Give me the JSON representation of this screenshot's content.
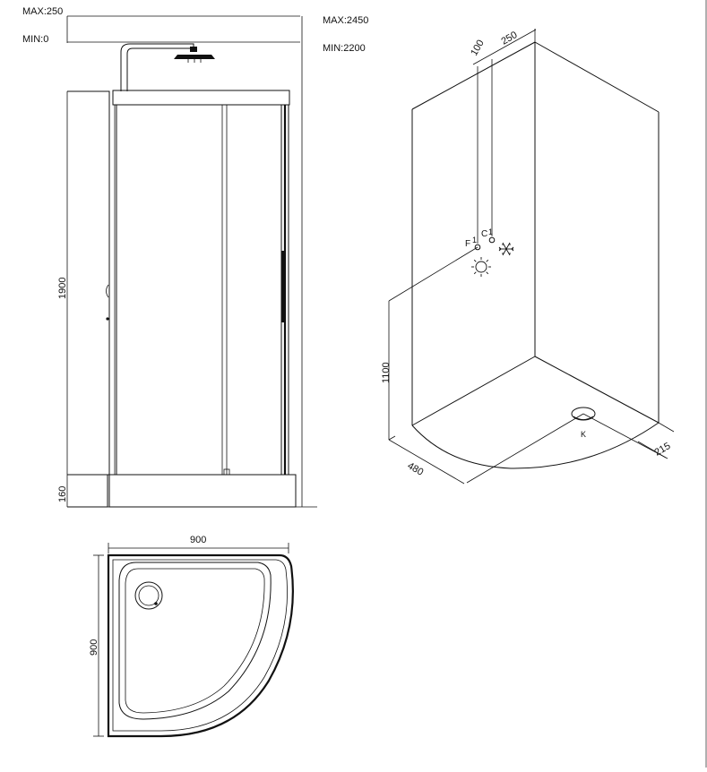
{
  "front_view": {
    "pipe_max": "MAX:250",
    "pipe_min": "MIN:0",
    "height_max": "MAX:2450",
    "height_min": "MIN:2200",
    "panel_height": "1900",
    "base_height": "160"
  },
  "iso_view": {
    "offset_a": "100",
    "offset_b": "250",
    "label_f": "F",
    "label_f_num": "1",
    "label_c": "C",
    "label_c_num": "1",
    "inlet_height": "1100",
    "drain_label": "K",
    "dim_480": "480",
    "dim_215": "215",
    "cold_icon": "snowflake-icon",
    "hot_icon": "sun-icon"
  },
  "plan_view": {
    "width": "900",
    "depth": "900"
  }
}
